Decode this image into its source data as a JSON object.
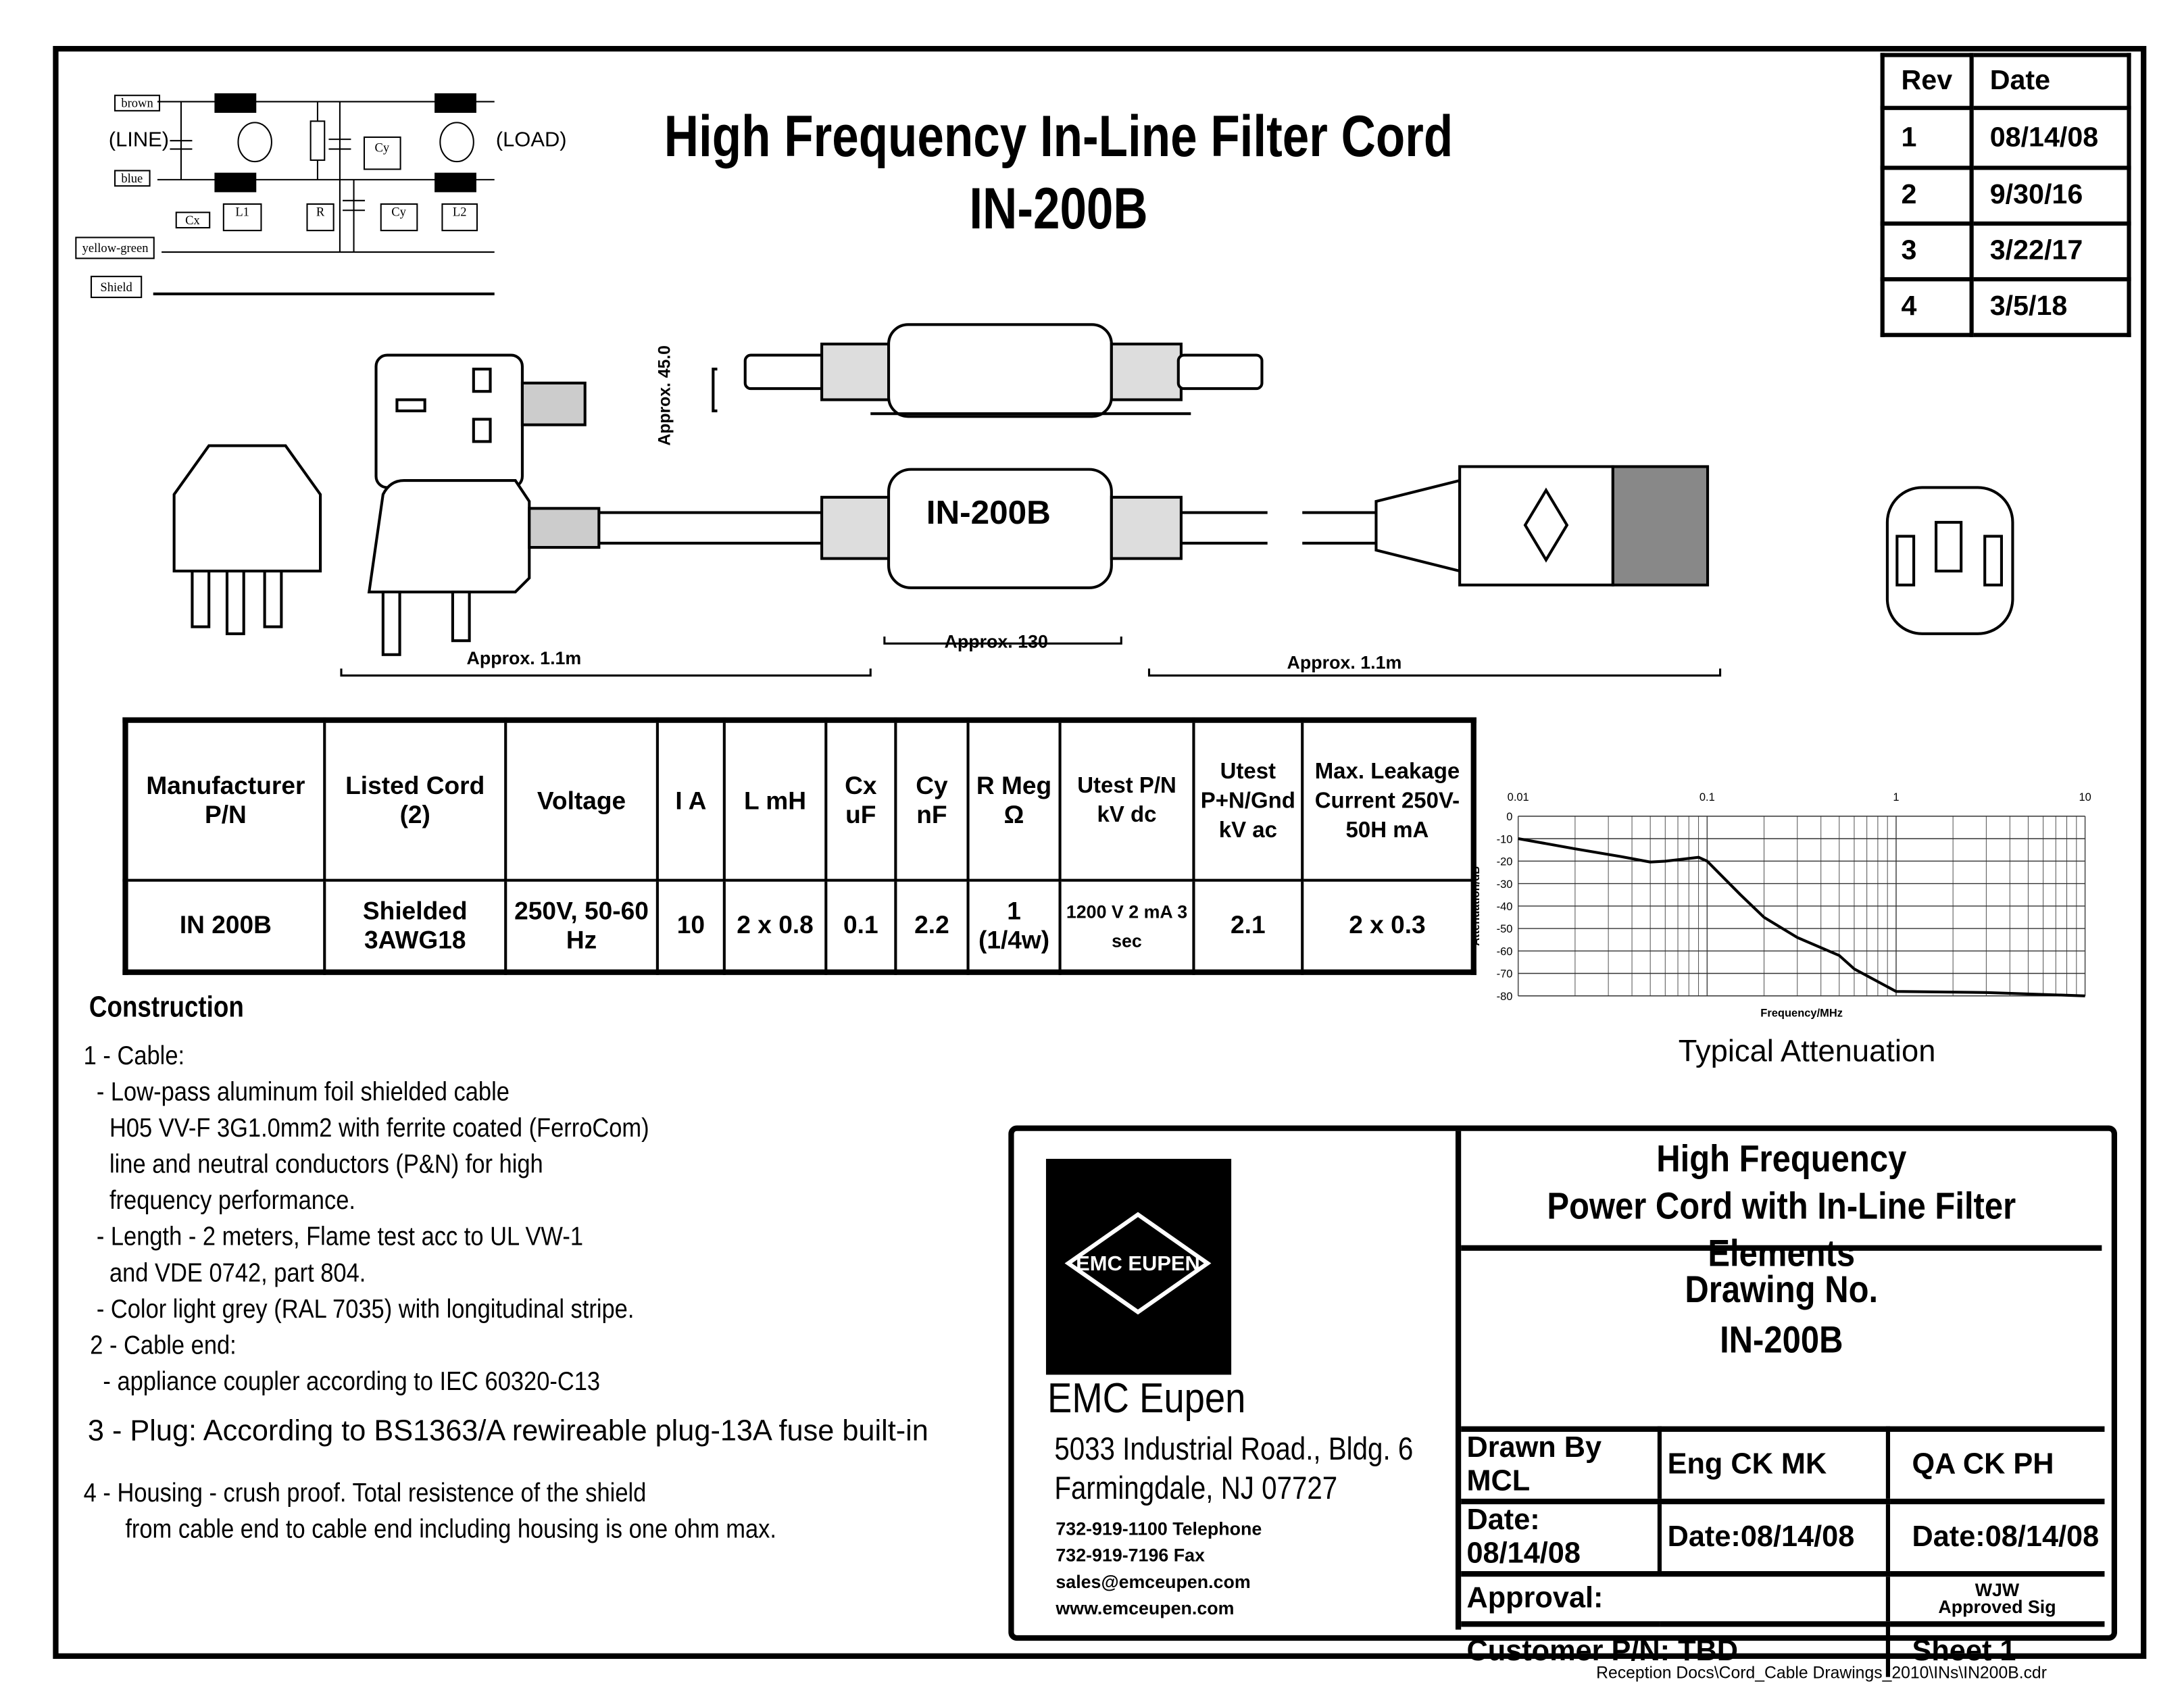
{
  "title": {
    "line1": "High Frequency In-Line Filter Cord",
    "line2": "IN-200B"
  },
  "schematic": {
    "labels": [
      "brown",
      "blue",
      "yellow-green",
      "Shield",
      "Cx",
      "L1",
      "R",
      "Cy",
      "Cy",
      "L2"
    ],
    "line": "(LINE)",
    "load": "(LOAD)"
  },
  "revisions": {
    "headers": [
      "Rev",
      "Date"
    ],
    "rows": [
      [
        "1",
        "08/14/08"
      ],
      [
        "2",
        "9/30/16"
      ],
      [
        "3",
        "3/22/17"
      ],
      [
        "4",
        "3/5/18"
      ]
    ]
  },
  "drawing": {
    "height_dim": "Approx. 45.0",
    "housing_label": "IN-200B",
    "dim_left": "Approx. 1.1m",
    "dim_mid": "Approx. 130",
    "dim_right": "Approx. 1.1m"
  },
  "spec_table": {
    "headers": [
      "Manufacturer P/N",
      "Listed Cord (2)",
      "Voltage",
      "I A",
      "L mH",
      "Cx uF",
      "Cy nF",
      "R Meg Ω",
      "Utest P/N kV dc",
      "Utest P+N/Gnd kV ac",
      "Max. Leakage Current 250V-50H mA"
    ],
    "row": [
      "IN 200B",
      "Shielded 3AWG18",
      "250V, 50-60  Hz",
      "10",
      "2 x 0.8",
      "0.1",
      "2.2",
      "1 (1/4w)",
      "1200 V 2 mA 3 sec",
      "2.1",
      "2 x 0.3"
    ]
  },
  "construction": {
    "heading": "Construction",
    "lines": [
      "1 - Cable:",
      "  - Low-pass aluminum foil shielded cable",
      "    H05 VV-F 3G1.0mm2 with ferrite coated (FerroCom)",
      "    line and neutral conductors (P&N) for high",
      "    frequency performance.",
      "  - Length - 2 meters, Flame test acc to UL VW-1",
      "    and VDE 0742, part 804.",
      "  - Color light grey (RAL 7035) with longitudinal stripe.",
      " 2 - Cable end:",
      "   - appliance coupler according to IEC 60320-C13"
    ],
    "item3": "3 - Plug: According to BS1363/A rewireable plug-13A fuse built-in",
    "item4a": "4 - Housing - crush proof. Total resistence of the shield",
    "item4b": "from cable end to cable end including housing is one ohm max."
  },
  "chart_data": {
    "type": "line",
    "title": "Typical Attenuation",
    "xlabel": "Frequency/MHz",
    "ylabel": "Attenuation/dB",
    "xscale": "log",
    "xlim": [
      0.01,
      10
    ],
    "ylim": [
      -80,
      0
    ],
    "xticks": [
      "0.01",
      "0.1",
      "1",
      "10"
    ],
    "yticks": [
      "0",
      "-10",
      "-20",
      "-30",
      "-40",
      "-50",
      "-60",
      "-70",
      "-80"
    ],
    "grid": true,
    "series": [
      {
        "name": "Attenuation",
        "x": [
          0.01,
          0.02,
          0.035,
          0.05,
          0.06,
          0.09,
          0.1,
          0.15,
          0.2,
          0.3,
          0.5,
          0.6,
          1,
          3,
          10
        ],
        "y": [
          -10,
          -14.5,
          -18,
          -20.4,
          -20,
          -18.3,
          -20,
          -35,
          -45,
          -54,
          -62,
          -68,
          -78,
          -78.5,
          -80
        ]
      }
    ]
  },
  "company": {
    "logo_text": "EMC EUPEN",
    "name": "EMC Eupen",
    "address1": "5033 Industrial Road., Bldg. 6",
    "address2": "Farmingdale, NJ 07727",
    "phone": "732-919-1100 Telephone",
    "fax": "732-919-7196 Fax",
    "email": "sales@emceupen.com",
    "web": "www.emceupen.com"
  },
  "title_block": {
    "title1": "High Frequency",
    "title2": "Power Cord with In-Line Filter Elements",
    "drawing_no_label": "Drawing No.",
    "drawing_no": "IN-200B",
    "drawn_by": "Drawn By   MCL",
    "eng_ck": "Eng CK MK",
    "qa_ck": "QA CK PH",
    "date1": "Date:  08/14/08",
    "date2": "Date:08/14/08",
    "date3": "Date:08/14/08",
    "approval": "Approval:",
    "approved_sig1": "WJW",
    "approved_sig2": "Approved Sig",
    "customer_pn": "Customer P/N: TBD",
    "sheet": "Sheet 1"
  },
  "footer": "Reception Docs\\Cord_Cable Drawings_2010\\INs\\IN200B.cdr"
}
